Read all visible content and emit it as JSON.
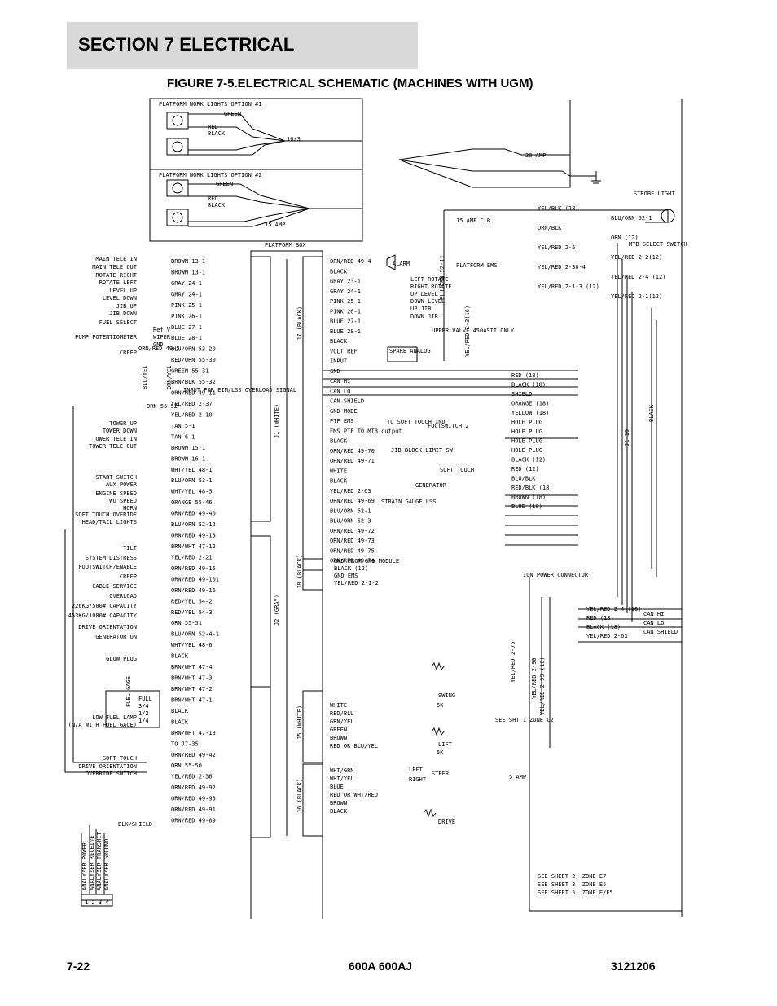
{
  "header": {
    "section_title": "SECTION 7   ELECTRICAL",
    "figure_title": "FIGURE 7-5.ELECTRICAL SCHEMATIC (MACHINES WITH UGM)"
  },
  "diagram": {
    "light_box_1": "PLATFORM WORK LIGHTS OPTION #1",
    "light_box_2": "PLATFORM WORK LIGHTS OPTION #2",
    "platform_box": "PLATFORM BOX",
    "strobe_light": "STROBE LIGHT",
    "mtb_switch": "MTB SELECT SWITCH",
    "platform_ems": "PLATFORM EMS",
    "amp15_cb": "15 AMP C.B.",
    "amp20": "20 AMP",
    "amp5": "5 AMP",
    "ign_power": "IGN POWER CONNECTOR",
    "see_sht": "SEE SHT 1 ZONE C2",
    "see_sheets": [
      "SEE SHEET 2, ZONE E7",
      "SEE SHEET 3, ZONE E5",
      "SEE SHEET 5, ZONE E/F5"
    ],
    "connectors": {
      "j1": "J1 (WHITE)",
      "j2": "J2 (GRAY)",
      "j5": "J5 (WHITE)",
      "j6": "J6 (BLACK)",
      "j7": "J7 (BLACK)",
      "j8": "J8 (BLACK)"
    },
    "left_labels": [
      "MAIN TELE IN",
      "MAIN TELE OUT",
      "ROTATE RIGHT",
      "ROTATE LEFT",
      "LEVEL UP",
      "LEVEL DOWN",
      "JIB UP",
      "JIB DOWN",
      "FUEL SELECT",
      "PUMP POTENTIOMETER",
      "CREEP",
      "TOWER UP",
      "TOWER DOWN",
      "TOWER TELE IN",
      "TOWER TELE OUT",
      "START SWITCH",
      "AUX POWER",
      "ENGINE SPEED",
      "TWO SPEED",
      "HORN",
      "SOFT TOUCH OVERIDE",
      "HEAD/TAIL LIGHTS",
      "TILT",
      "SYSTEM DISTRESS",
      "FOOTSWITCH/ENABLE",
      "CREEP",
      "CABLE SERVICE",
      "OVERLOAD",
      "226KG/500# CAPACITY",
      "453KG/1000# CAPACITY",
      "DRIVE ORIENTATION",
      "GENERATOR ON",
      "GLOW PLUG",
      "LOW FUEL LAMP",
      "(N/A WITH FUEL GAGE)",
      "SOFT TOUCH",
      "DRIVE ORIENTATION",
      "OVERRIDE SWITCH"
    ],
    "left_wires": [
      "BROWN 13-1",
      "BROWN 13-1",
      "GRAY 24-1",
      "GRAY 24-1",
      "PINK 25-1",
      "PINK 26-1",
      "BLUE 27-1",
      "BLUE 28-1",
      "BLU/ORN 52-20",
      "RED/ORN 55-30",
      "GREEN 55-31",
      "BRN/BLK 55-32",
      "ORN/RED 49-11",
      "YEL/RED 2-37",
      "YEL/RED 2-10",
      "TAN 5-1",
      "TAN 6-1",
      "BROWN 15-1",
      "BROWN 16-1",
      "WHT/YEL 48-1",
      "BLU/ORN 53-1",
      "WHT/YEL 48-5",
      "ORANGE 55-46",
      "ORN/RED 49-40",
      "BLU/ORN 52-12",
      "ORN/RED 49-13",
      "BRN/WHT 47-12",
      "YEL/RED 2-21",
      "ORN/RED 49-15",
      "ORN/RED 49-101",
      "ORN/RED 49-16",
      "RED/YEL 54-2",
      "RED/YEL 54-3",
      "ORN 55-51",
      "BLU/ORN 52-4-1",
      "WHT/YEL 48-6",
      "BLACK",
      "BRN/WHT 47-4",
      "BRN/WHT 47-3",
      "BRN/WHT 47-2",
      "BRN/WHT 47-1",
      "BLACK",
      "BLACK",
      "BRN/WHT 47-13",
      "TO J7-35",
      "ORN/RED 49-42",
      "ORN 55-50",
      "YEL/RED 2-36",
      "ORN/RED 49-92",
      "ORN/RED 49-93",
      "ORN/RED 49-91",
      "ORN/RED 49-89"
    ],
    "j7_wires": [
      "ORN/RED 49-4",
      "BLACK",
      "GRAY 23-1",
      "GRAY 24-1",
      "PINK 25-1",
      "PINK 26-1",
      "BLUE 27-1",
      "BLUE 28-1",
      "BLACK",
      "VOLT REF",
      "INPUT",
      "GND",
      "CAN HI",
      "CAN LO",
      "CAN SHIELD",
      "GND MODE",
      "PTF EMS",
      "EMS PTF TO MTB output",
      "BLACK",
      "ORN/RED 49-70",
      "ORN/RED 49-71",
      "WHITE",
      "BLACK",
      "YEL/RED 2-63",
      "ORN/RED 49-69",
      "BLU/ORN 52-1",
      "BLU/ORN 52-3",
      "ORN/RED 49-72",
      "ORN/RED 49-73",
      "ORN/RED 49-75",
      "ORN/RED 49-74"
    ],
    "j7_labels": [
      "ALARM",
      "LEFT ROTATE",
      "RIGHT ROTATE",
      "UP LEVEL",
      "DOWN LEVEL",
      "UP JIB",
      "DOWN JIB",
      "UPPER VALVE 450ASII ONLY",
      "SPARE ANALOG",
      "TO SOFT TOUCH IND",
      "FOOTSWITCH 2",
      "JIB BLOCK LIMIT SW",
      "SOFT TOUCH",
      "GENERATOR",
      "STRAIN GAUGE LSS"
    ],
    "j8_wires": [
      "GND FROM GND MODULE",
      "BLACK (12)",
      "GND EMS",
      "YEL/RED 2-1-2"
    ],
    "j5_wires": [
      "WHITE",
      "RED/BLU",
      "GRN/YEL",
      "GREEN",
      "BROWN",
      "RED OR BLU/YEL"
    ],
    "j5_labels": [
      "SWING",
      "5K",
      "LIFT",
      "5K"
    ],
    "j6_wires": [
      "WHT/GRN",
      "WHT/YEL",
      "BLUE",
      "RED OR WHT/RED",
      "BROWN",
      "BLACK"
    ],
    "j6_labels": [
      "LEFT",
      "RIGHT",
      "STEER",
      "DRIVE"
    ],
    "right_wires": [
      "RED (18)",
      "BLACK (18)",
      "SHIELD",
      "ORANGE (18)",
      "YELLOW (18)",
      "HOLE PLUG",
      "HOLE PLUG",
      "HOLE PLUG",
      "HOLE PLUG",
      "BLACK (12)",
      "RED (12)",
      "BLU/BLK",
      "RED/BLK (18)",
      "BROWN (18)",
      "BLUE (18)",
      "YEL/RED 2-4 (16)",
      "RED (18)",
      "BLACK (18)",
      "YEL/RED 2-63",
      "CAN HI",
      "CAN LO",
      "CAN SHIELD",
      "YEL/BLK (18)",
      "BLU/ORN 52-1",
      "ORN/BLK",
      "ORN (12)",
      "YEL/RED 2-5",
      "YEL/RED 2-2(12)",
      "YEL/RED 2-30-4",
      "YEL/RED 2-4 (12)",
      "YEL/RED 2-1-3 (12)",
      "YEL/RED 2-1(12)"
    ],
    "top_wires": [
      "GREEN",
      "RED",
      "BLACK",
      "10/3",
      "RED",
      "BLACK",
      "GREEN",
      "15 AMP"
    ],
    "input_note": "INPUT FOR EIM/LSS OVERLOAD SIGNAL",
    "ref_labels": [
      "Ref.V",
      "WIPER",
      "GND"
    ],
    "gauge_labels": [
      "FULL",
      "3/4",
      "1/2",
      "1/4",
      "FUEL GAGE"
    ],
    "analyzer_labels": [
      "ANALYZER POWER",
      "ANALYZER RECEIVE",
      "ANALYZER TRANSMIT",
      "ANALYZER GROUND"
    ],
    "analyzer_pins": "1 2 3 4",
    "misc_labels": [
      "BLU/ORN 52-11",
      "YEL/RED 2-3(16)",
      "YEL/RED 2-75",
      "YEL/RED 2-90",
      "YEL/RED 2-99 (16)",
      "BLU/YEL",
      "ORN/YEL",
      "ORN 55-52",
      "ORN/RED 49-5",
      "J1-19",
      "BLACK",
      "BLK/SHIELD"
    ]
  },
  "footer": {
    "page_number": "7-22",
    "model": "600A 600AJ",
    "document_number": "3121206"
  }
}
